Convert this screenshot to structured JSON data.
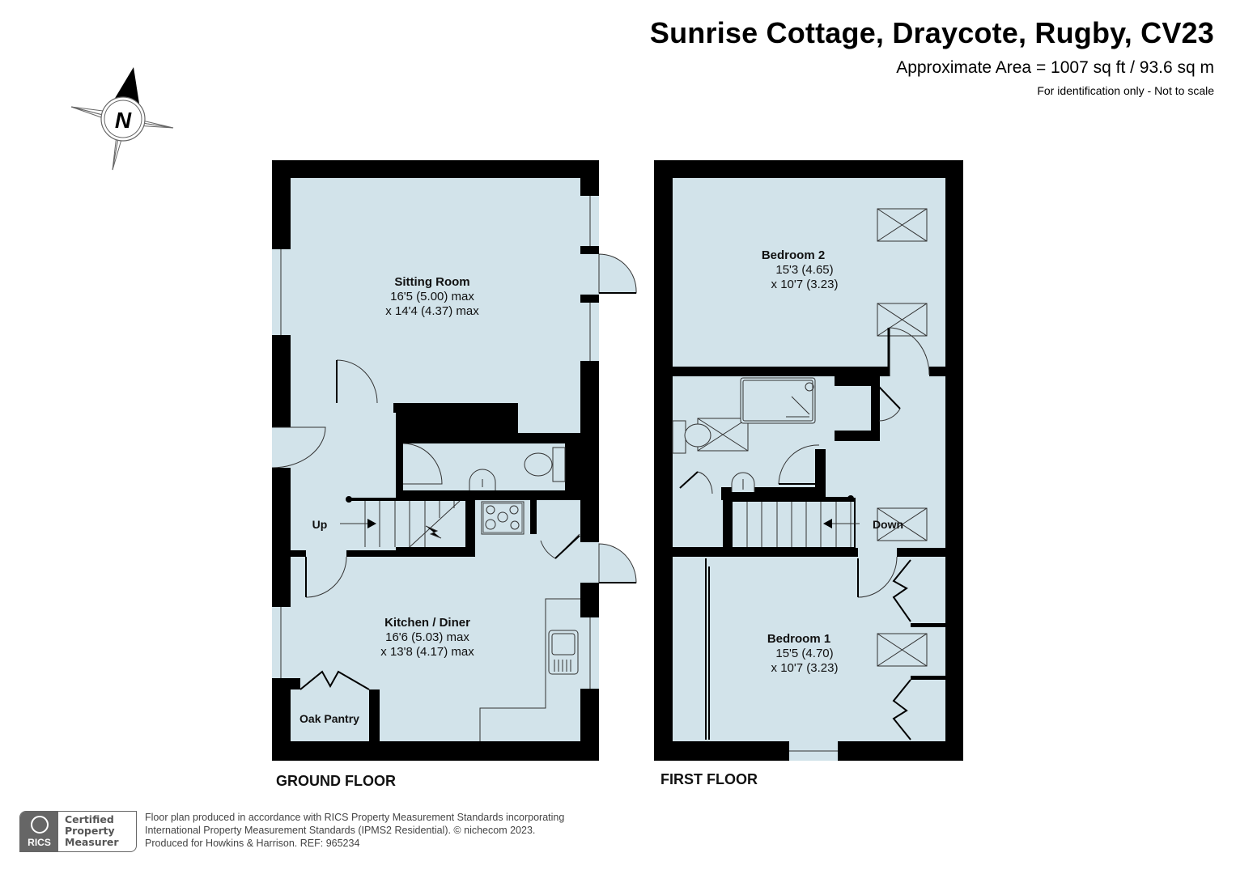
{
  "header": {
    "title": "Sunrise Cottage, Draycote, Rugby, CV23",
    "area": "Approximate Area = 1007 sq ft / 93.6 sq m",
    "scale_note": "For identification only - Not to scale"
  },
  "compass": {
    "label": "N",
    "icon": "compass-rose-icon"
  },
  "colors": {
    "room_fill": "#d2e3ea",
    "wall": "#000000",
    "text": "#111111",
    "footer_grey": "#666666"
  },
  "ground_floor": {
    "label": "GROUND FLOOR",
    "rooms": [
      {
        "name": "Sitting Room",
        "dim1": "16'5 (5.00) max",
        "dim2": "x 14'4 (4.37) max"
      },
      {
        "name": "Kitchen / Diner",
        "dim1": "16'6 (5.03) max",
        "dim2": "x 13'8 (4.17) max"
      },
      {
        "name": "Oak Pantry"
      }
    ],
    "stairs_label": "Up"
  },
  "first_floor": {
    "label": "FIRST FLOOR",
    "rooms": [
      {
        "name": "Bedroom 2",
        "dim1": "15'3 (4.65)",
        "dim2": "x 10'7 (3.23)"
      },
      {
        "name": "Bedroom 1",
        "dim1": "15'5 (4.70)",
        "dim2": "x 10'7 (3.23)"
      }
    ],
    "stairs_label": "Down"
  },
  "footer": {
    "badge_logo": "RICS",
    "badge_lines": [
      "Certified",
      "Property",
      "Measurer"
    ],
    "note_lines": [
      "Floor plan produced in accordance with RICS Property Measurement Standards incorporating",
      "International Property Measurement Standards (IPMS2 Residential).   © nichecom 2023.",
      "Produced for Howkins & Harrison.   REF: 965234"
    ]
  }
}
